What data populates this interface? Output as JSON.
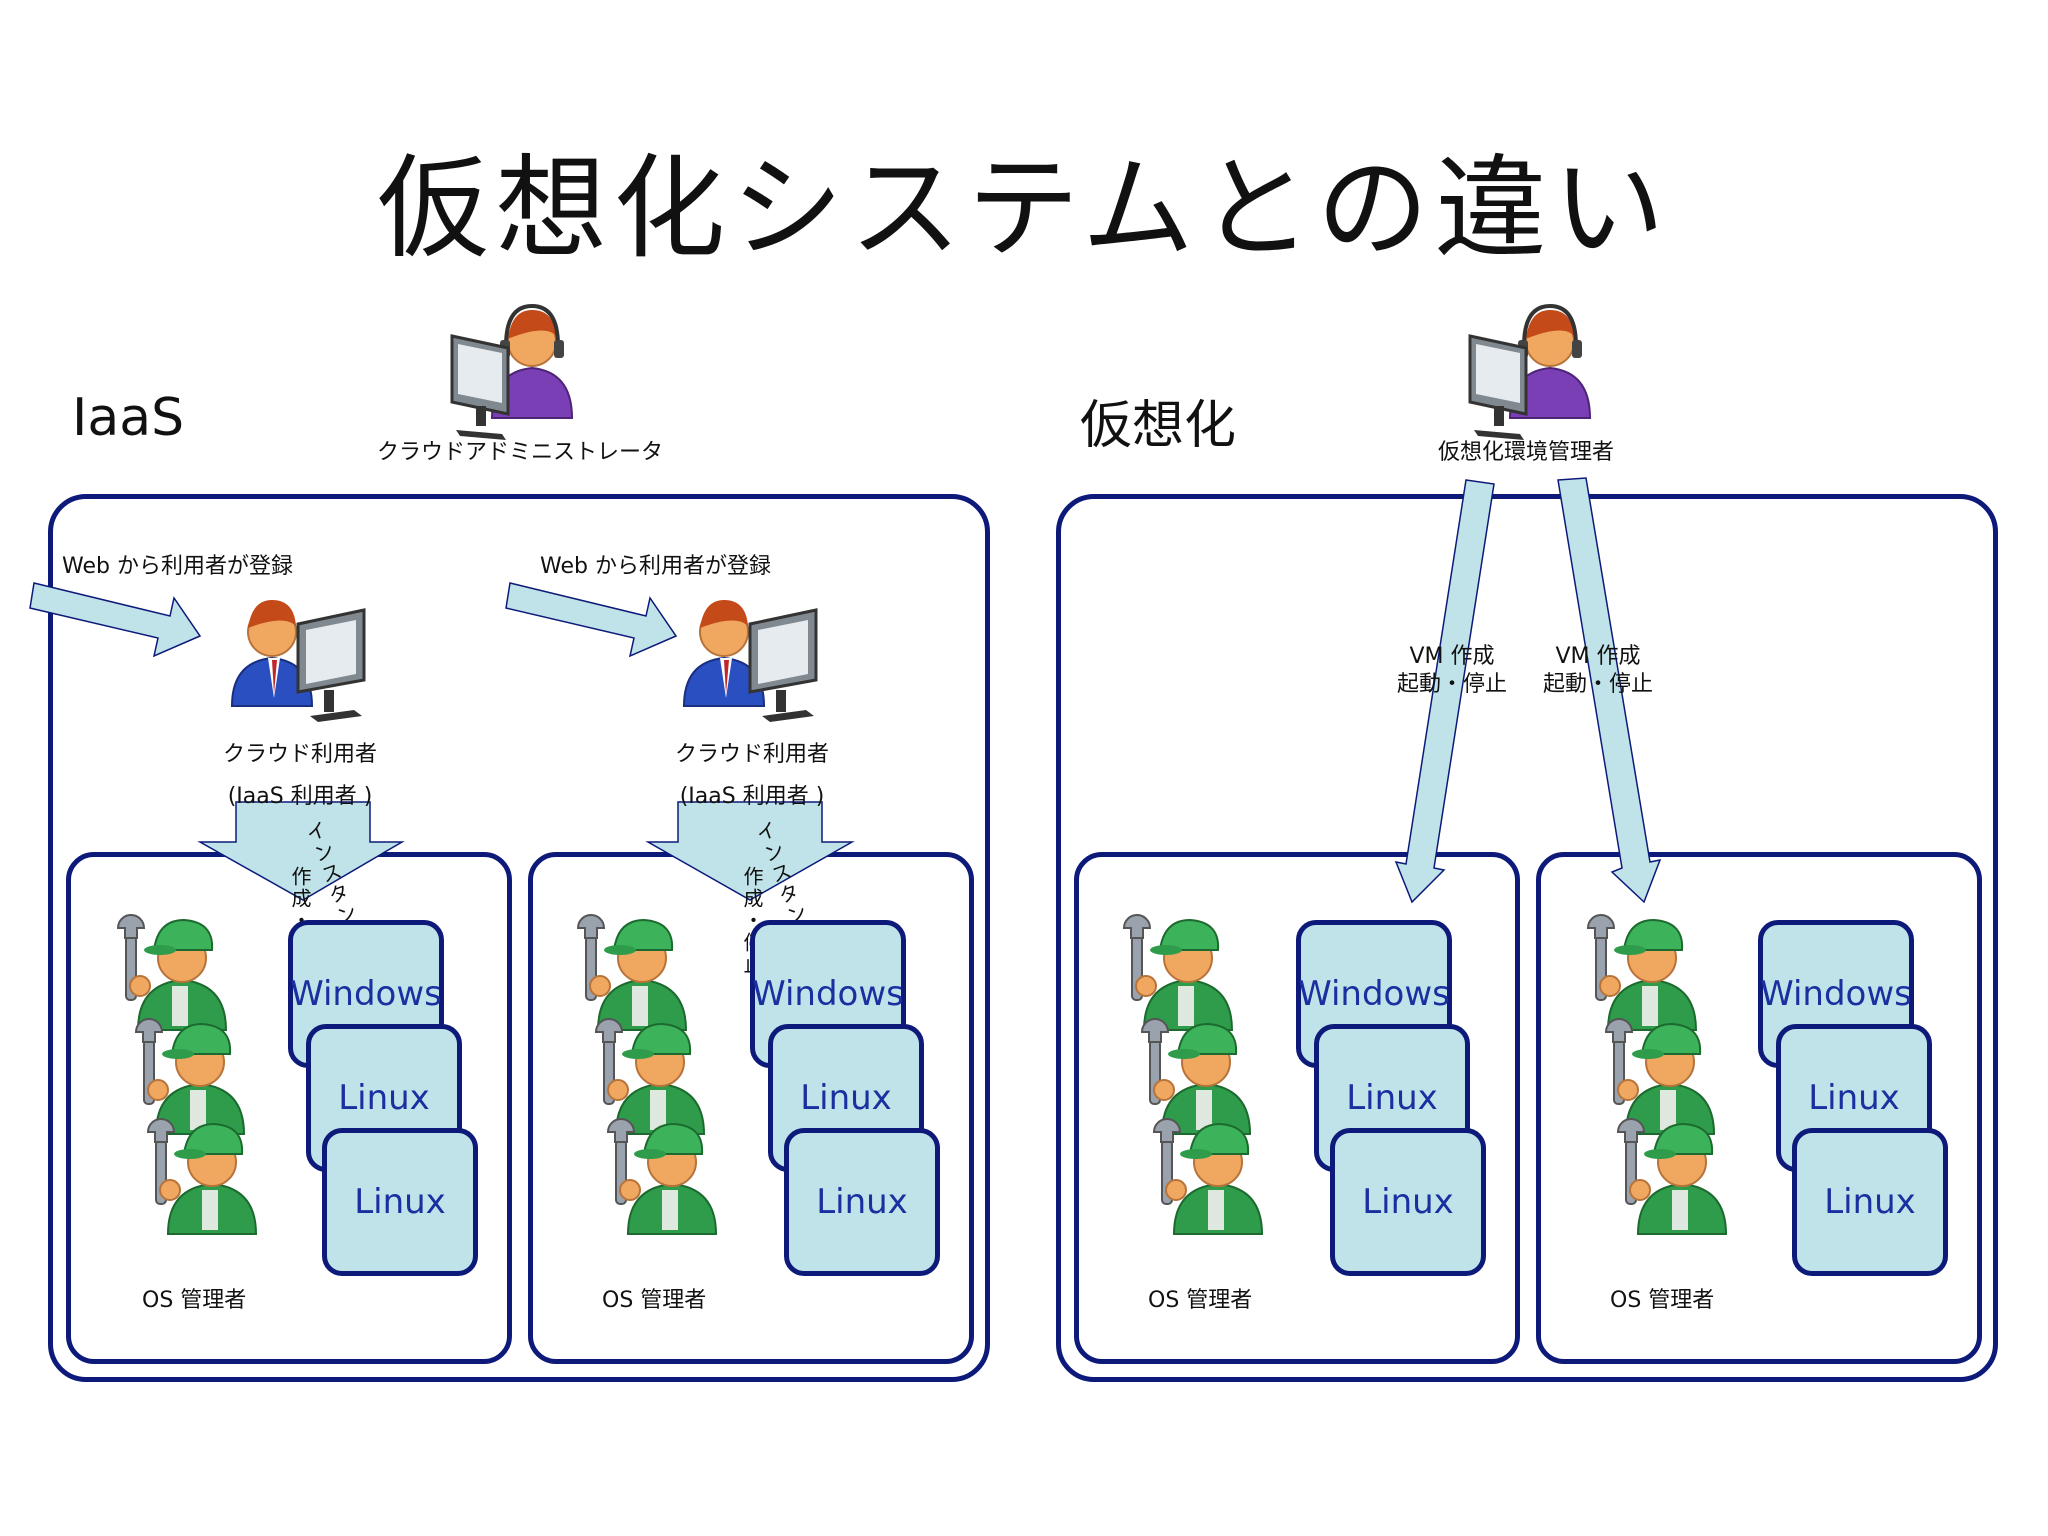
{
  "title": "仮想化システムとの違い",
  "iaas": {
    "label": "IaaS",
    "admin_caption": "クラウドアドミニストレータ",
    "columns": [
      {
        "register_caption": "Web から利用者が登録",
        "user_caption_1": "クラウド利用者",
        "user_caption_2": "(IaaS 利用者 )",
        "arrow_caption_1": "インスタンス",
        "arrow_caption_2": "作成・停止",
        "os_admin_caption": "OS 管理者",
        "cards": [
          "Windows",
          "Linux",
          "Linux"
        ]
      },
      {
        "register_caption": "Web から利用者が登録",
        "user_caption_1": "クラウド利用者",
        "user_caption_2": "(IaaS 利用者 )",
        "arrow_caption_1": "インスタンス",
        "arrow_caption_2": "作成・停止",
        "os_admin_caption": "OS 管理者",
        "cards": [
          "Windows",
          "Linux",
          "Linux"
        ]
      }
    ]
  },
  "virt": {
    "label": "仮想化",
    "admin_caption": "仮想化環境管理者",
    "columns": [
      {
        "arrow_caption_1": "VM 作成",
        "arrow_caption_2": "起動・停止",
        "os_admin_caption": "OS 管理者",
        "cards": [
          "Windows",
          "Linux",
          "Linux"
        ]
      },
      {
        "arrow_caption_1": "VM 作成",
        "arrow_caption_2": "起動・停止",
        "os_admin_caption": "OS 管理者",
        "cards": [
          "Windows",
          "Linux",
          "Linux"
        ]
      }
    ]
  },
  "colors": {
    "border": "#0d1a7a",
    "arrow_fill": "#bfe3e8",
    "card_fill": "#bfe3e8",
    "card_text": "#1a30a0",
    "worker_green": "#2e9c4a",
    "admin_purple": "#7b3fb5",
    "user_blue": "#2a4fc0"
  }
}
